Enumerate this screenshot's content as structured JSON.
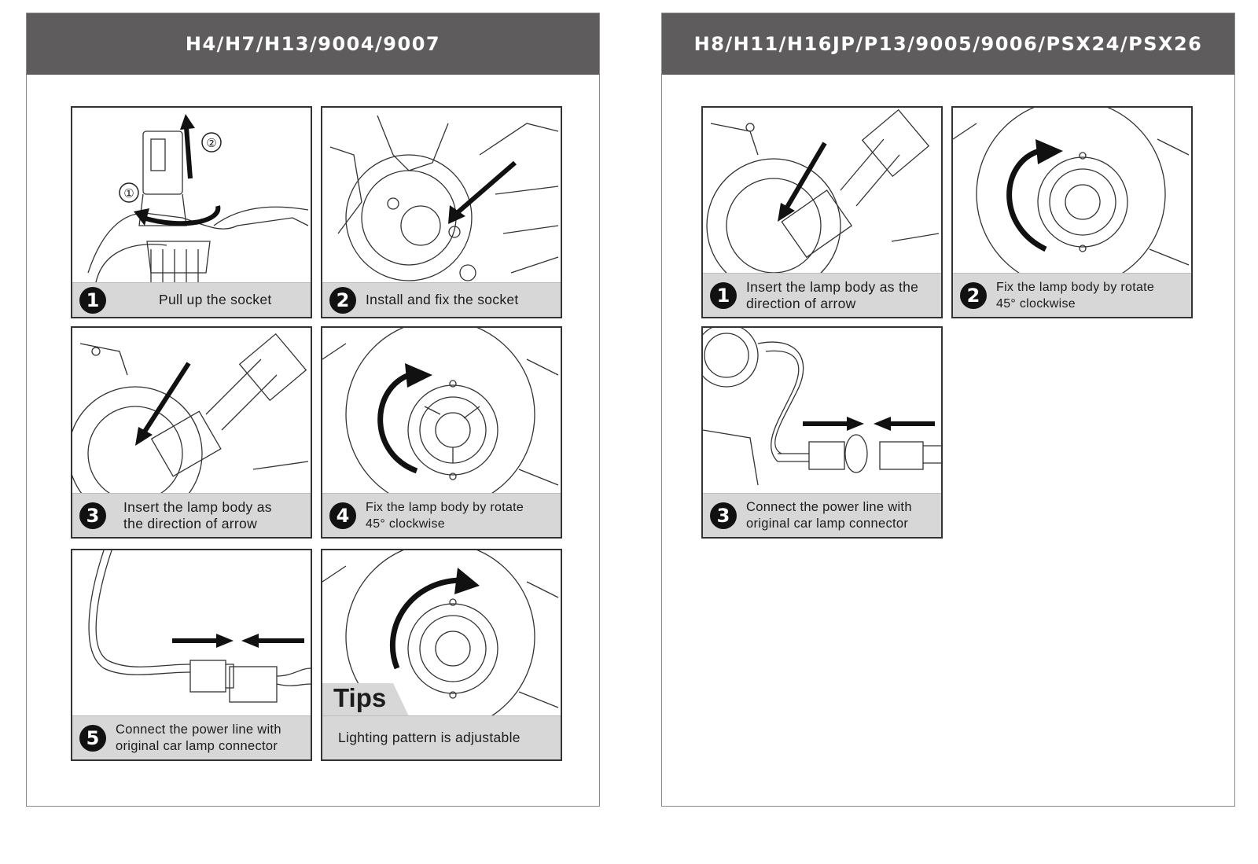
{
  "left_page": {
    "title": "H4/H7/H13/9004/9007",
    "steps": [
      {
        "number": "1",
        "lines": [
          "Pull up the socket"
        ],
        "art": "socket-pull-illustration",
        "marks": [
          "①",
          "②"
        ]
      },
      {
        "number": "2",
        "lines": [
          "Install and fix the socket"
        ],
        "art": "socket-install-illustration"
      },
      {
        "number": "3",
        "lines": [
          "Insert the lamp body as",
          "the direction of arrow"
        ],
        "art": "lamp-insert-illustration"
      },
      {
        "number": "4",
        "lines": [
          "Fix the lamp body by rotate",
          "45°  clockwise"
        ],
        "art": "rotate-clockwise-illustration"
      },
      {
        "number": "5",
        "lines": [
          "Connect the power line with",
          "original car lamp connector"
        ],
        "art": "connector-illustration"
      }
    ],
    "tips": {
      "title": "Tips",
      "text": "Lighting pattern is adjustable",
      "art": "adjust-pattern-illustration"
    }
  },
  "right_page": {
    "title": "H8/H11/H16JP/P13/9005/9006/PSX24/PSX26",
    "steps": [
      {
        "number": "1",
        "lines": [
          "Insert the lamp body as the",
          "direction of arrow"
        ],
        "art": "lamp-insert-illustration"
      },
      {
        "number": "2",
        "lines": [
          "Fix the lamp body by rotate",
          "45°  clockwise"
        ],
        "art": "rotate-clockwise-illustration"
      },
      {
        "number": "3",
        "lines": [
          "Connect the power line with",
          "original car lamp connector"
        ],
        "art": "connector-illustration"
      }
    ]
  },
  "colors": {
    "header_bg": "#5e5c5d",
    "caption_bg": "#d7d7d7",
    "line_art": "#333333"
  }
}
